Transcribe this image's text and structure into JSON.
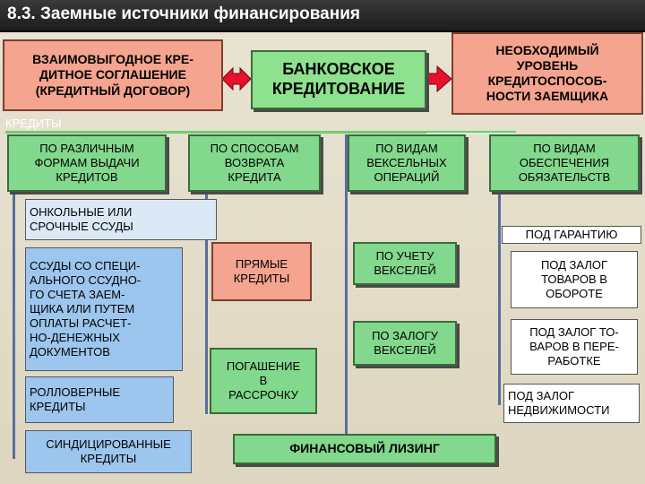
{
  "title": "8.3. Заемные источники финансирования",
  "top": {
    "left": "ВЗАИМОВЫГОДНОЕ КРЕ-\nДИТНОЕ СОГЛАШЕНИЕ\n(КРЕДИТНЫЙ ДОГОВОР)",
    "center": "БАНКОВСКОЕ\nКРЕДИТОВАНИЕ",
    "right": "НЕОБХОДИМЫЙ\nУРОВЕНЬ\nКРЕДИТОСПОСОБ-\nНОСТИ ЗАЕМЩИКА"
  },
  "credits_label": "КРЕДИТЫ",
  "categories": {
    "forms": "ПО РАЗЛИЧНЫМ\nФОРМАМ ВЫДАЧИ\nКРЕДИТОВ",
    "repayment": "ПО СПОСОБАМ\nВОЗВРАТА\nКРЕДИТА",
    "bills": "ПО ВИДАМ\nВЕКСЕЛЬНЫХ\nОПЕРАЦИЙ",
    "security": "ПО ВИДАМ\nОБЕСПЕЧЕНИЯ\nОБЯЗАТЕЛЬСТВ"
  },
  "forms_items": {
    "oncall": "ОНКОЛЬНЫЕ ИЛИ\nСРОЧНЫЕ ССУДЫ",
    "special": "ССУДЫ СО СПЕЦИ-\nАЛЬНОГО ССУДНО-\nГО СЧЕТА ЗАЕМ-\nЩИКА ИЛИ ПУТЕМ\nОПЛАТЫ РАСЧЕТ-\nНО-ДЕНЕЖНЫХ\nДОКУМЕНТОВ",
    "rollover": "РОЛЛОВЕРНЫЕ\nКРЕДИТЫ",
    "syndicated": "СИНДИЦИРОВАННЫЕ\nКРЕДИТЫ"
  },
  "repayment_items": {
    "direct": "ПРЯМЫЕ\nКРЕДИТЫ",
    "installment": "ПОГАШЕНИЕ\nВ\nРАССРОЧКУ"
  },
  "bills_items": {
    "discount": "ПО УЧЕТУ\nВЕКСЕЛЕЙ",
    "pledge": "ПО ЗАЛОГУ\nВЕКСЕЛЕЙ"
  },
  "security_items": {
    "guarantee": "ПОД ГАРАНТИЮ",
    "goods_turnover": "ПОД ЗАЛОГ\nТОВАРОВ В\nОБОРОТЕ",
    "goods_processing": "ПОД ЗАЛОГ ТО-\nВАРОВ В ПЕРЕ-\nРАБОТКЕ",
    "realty": "ПОД ЗАЛОГ\nНЕДВИЖИМОСТИ"
  },
  "leasing": "ФИНАНСОВЫЙ ЛИЗИНГ",
  "colors": {
    "salmon": "#f4a48f",
    "green": "#82d88c",
    "blue": "#9cc6ee",
    "arrow": "#e8102a",
    "line": "#5a6e9a"
  }
}
